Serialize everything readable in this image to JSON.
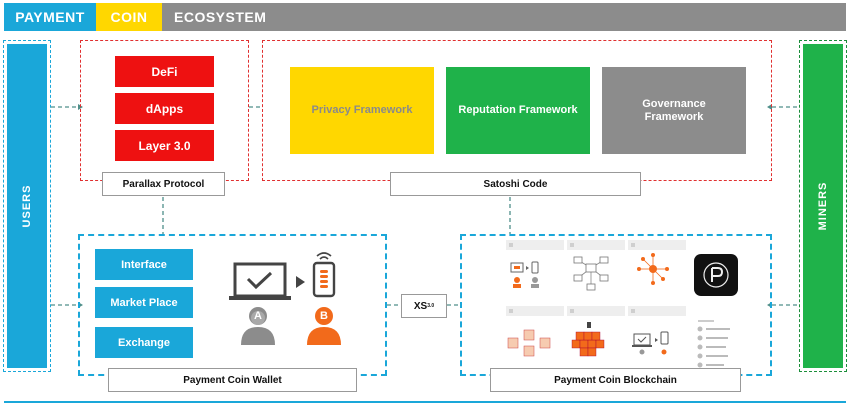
{
  "header": {
    "payment": "PAYMENT",
    "coin": "COIN",
    "ecosystem": "ECOSYSTEM"
  },
  "sides": {
    "users": "USERS",
    "miners": "MINERS"
  },
  "parallax": {
    "blocks": [
      "DeFi",
      "dApps",
      "Layer 3.0"
    ],
    "label": "Parallax Protocol"
  },
  "satoshi": {
    "frameworks": [
      "Privacy Framework",
      "Reputation Framework",
      "Governance Framework"
    ],
    "label": "Satoshi Code"
  },
  "wallet": {
    "blocks": [
      "Interface",
      "Market Place",
      "Exchange"
    ],
    "label": "Payment Coin Wallet",
    "user_a": "A",
    "user_b": "B"
  },
  "bridge": {
    "name": "XS",
    "version": "3.0"
  },
  "blockchain": {
    "label": "Payment Coin Blockchain"
  },
  "colors": {
    "blue": "#1aa7d9",
    "yellow": "#ffd700",
    "gray": "#8c8c8c",
    "red": "#ee1111",
    "green": "#1fb24a",
    "orange": "#f26a1b"
  }
}
